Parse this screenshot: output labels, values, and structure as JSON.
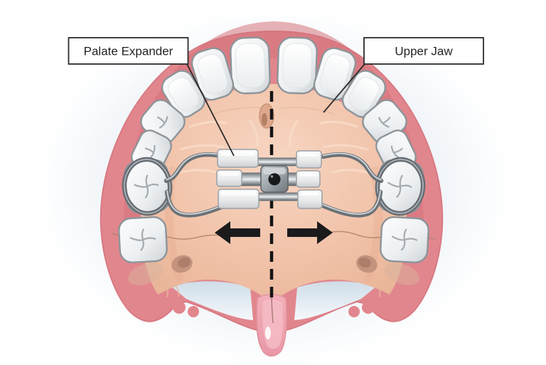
{
  "illustration": {
    "type": "dental-diagram",
    "subject": "palate-expander-on-upper-jaw",
    "labels": {
      "palate_expander": "Palate Expander",
      "upper_jaw": "Upper Jaw"
    },
    "colors": {
      "gum_pink": "#e2868d",
      "gum_pink_dark": "#d97c85",
      "palate_peach": "#f2c4ab",
      "tooth_white": "#f1f3f4",
      "metal_gray": "#6a7176",
      "plate_white": "#eceeee",
      "arrow_black": "#1b1b1b",
      "background_tint": "#e8eff5",
      "uvula_pink": "#efa8b3"
    }
  }
}
